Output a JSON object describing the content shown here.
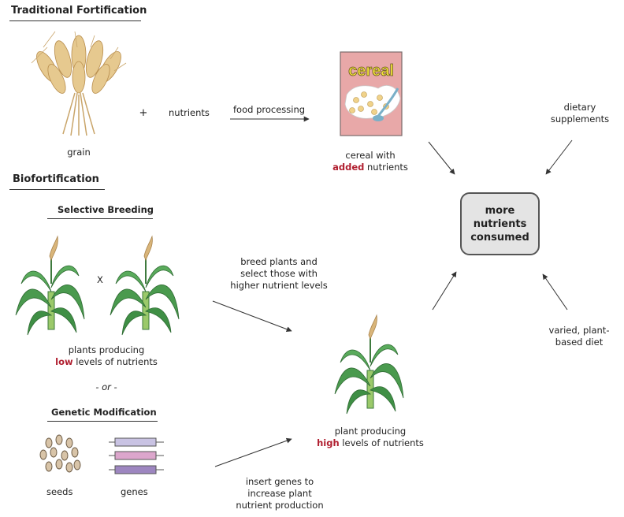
{
  "headings": {
    "traditional": "Traditional Fortification",
    "biofortification": "Biofortification",
    "selective_breeding": "Selective Breeding",
    "genetic_modification": "Genetic Modification"
  },
  "labels": {
    "grain": "grain",
    "plus": "+",
    "nutrients": "nutrients",
    "food_processing": "food processing",
    "cereal_line1": "cereal with",
    "cereal_added": "added",
    "cereal_rest": " nutrients",
    "cereal_box_text": "cereal",
    "dietary_line1": "dietary",
    "dietary_line2": "supplements",
    "center_box": [
      "more",
      "nutrients",
      "consumed"
    ],
    "cross": "X",
    "low_line1": "plants producing",
    "low_word": "low",
    "low_rest": " levels of nutrients",
    "or": "- or -",
    "seeds": "seeds",
    "genes": "genes",
    "breed_text": [
      "breed plants and",
      "select those with",
      "higher nutrient levels"
    ],
    "insert_text": [
      "insert genes to",
      "increase plant",
      "nutrient production"
    ],
    "high_line1": "plant producing",
    "high_word": "high",
    "high_rest": " levels of nutrients",
    "varied_line1": "varied, plant-",
    "varied_line2": "based diet"
  },
  "colors": {
    "highlight": "#b01e2f",
    "plant_leaf": "#4a9a4e",
    "plant_stem": "#9bc96a",
    "wheat": "#d9b57a",
    "cereal_box": "#e8a8a8",
    "gene_1": "#c9c3e3",
    "gene_2": "#dca6cc",
    "gene_3": "#9d86c0",
    "seed": "#d8c4a8"
  }
}
